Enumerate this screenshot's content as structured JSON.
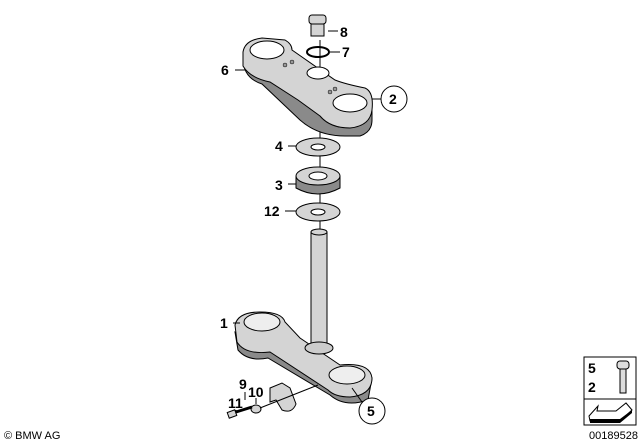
{
  "diagram": {
    "callouts": [
      {
        "id": "8",
        "label": "8"
      },
      {
        "id": "7",
        "label": "7"
      },
      {
        "id": "6",
        "label": "6"
      },
      {
        "id": "2",
        "label": "2",
        "circled": true
      },
      {
        "id": "4",
        "label": "4"
      },
      {
        "id": "3",
        "label": "3"
      },
      {
        "id": "12",
        "label": "12"
      },
      {
        "id": "1",
        "label": "1"
      },
      {
        "id": "9",
        "label": "9"
      },
      {
        "id": "10",
        "label": "10"
      },
      {
        "id": "11",
        "label": "11"
      },
      {
        "id": "5",
        "label": "5",
        "circled": true
      }
    ],
    "legend": {
      "top": "5",
      "bottom": "2",
      "icon": "bolt-icon",
      "arrow": "arrow-icon"
    }
  },
  "footer": {
    "copyright": "© BMW AG",
    "drawing_number": "00189528"
  }
}
